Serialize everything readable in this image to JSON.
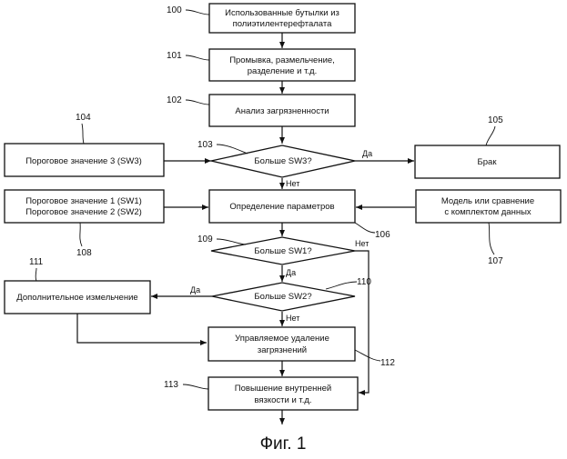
{
  "steps": {
    "s100": {
      "line1": "Использованные бутылки из",
      "line2": "полиэтилентерефталата"
    },
    "s101": {
      "line1": "Промывка, размельчение,",
      "line2": "разделение и т.д."
    },
    "s102": {
      "line1": "Анализ загрязненности"
    },
    "s103": {
      "line1": "Больше SW3?"
    },
    "s104": {
      "line1": "Пороговое значение 3 (SW3)"
    },
    "s105": {
      "line1": "Брак"
    },
    "s106": {
      "line1": "Определение параметров"
    },
    "s107": {
      "line1": "Модель или сравнение",
      "line2": "с комплектом данных"
    },
    "s108": {
      "line1": "Пороговое значение 1 (SW1)",
      "line2": "Пороговое значение 2 (SW2)"
    },
    "s109": {
      "line1": "Больше SW1?"
    },
    "s110": {
      "line1": "Больше SW2?"
    },
    "s111": {
      "line1": "Дополнительное измельчение"
    },
    "s112": {
      "line1": "Управляемое удаление",
      "line2": "загрязнений"
    },
    "s113": {
      "line1": "Повышение внутренней",
      "line2": "вязкости и т.д."
    }
  },
  "refs": {
    "r100": "100",
    "r101": "101",
    "r102": "102",
    "r103": "103",
    "r104": "104",
    "r105": "105",
    "r106": "106",
    "r107": "107",
    "r108": "108",
    "r109": "109",
    "r110": "110",
    "r111": "111",
    "r112": "112",
    "r113": "113"
  },
  "answers": {
    "yes_103": "Да",
    "no_103": "Нет",
    "no_109": "Нет",
    "yes_109": "Да",
    "yes_110": "Да",
    "no_110": "Нет"
  },
  "caption": "Фиг. 1"
}
